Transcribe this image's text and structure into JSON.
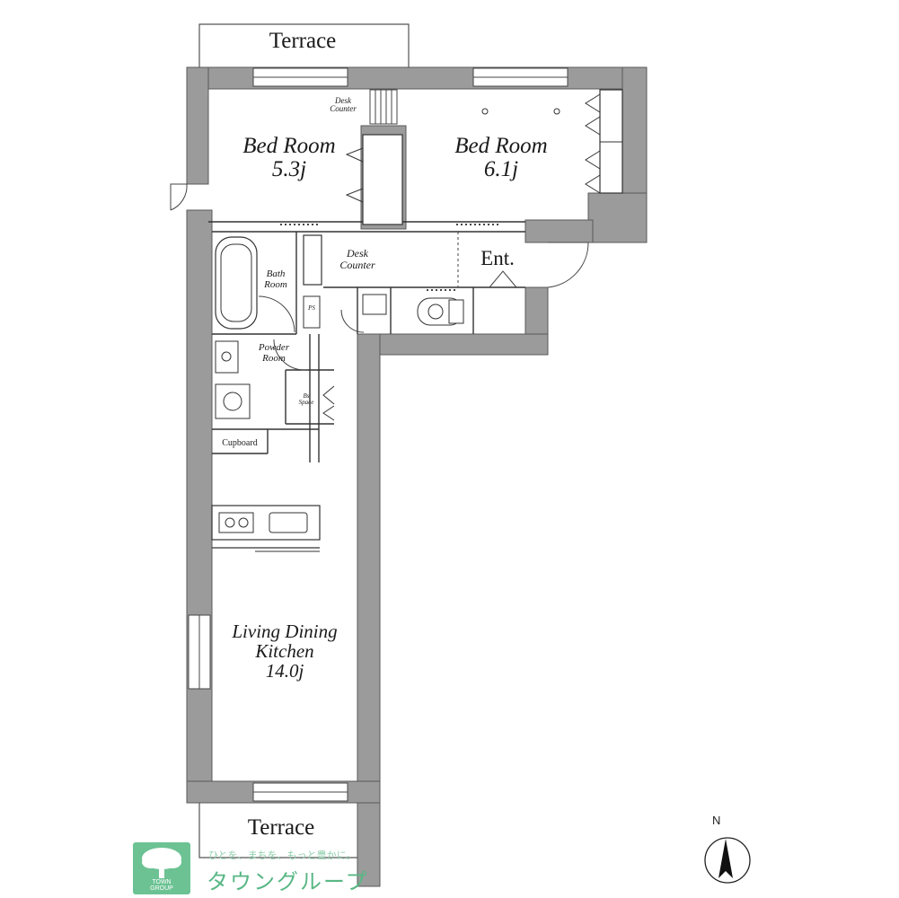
{
  "rooms": {
    "terrace_top": "Terrace",
    "bedroom_left": {
      "name": "Bed Room",
      "size": "5.3j"
    },
    "bedroom_right": {
      "name": "Bed Room",
      "size": "6.1j"
    },
    "desk_counter_top": {
      "line1": "Desk",
      "line2": "Counter"
    },
    "desk_counter_middle": {
      "line1": "Desk",
      "line2": "Counter"
    },
    "bath_room": {
      "line1": "Bath",
      "line2": "Room"
    },
    "entrance": "Ent.",
    "ps": "PS",
    "powder_room": {
      "line1": "Powder",
      "line2": "Room"
    },
    "bath_space": {
      "line1": "Bs",
      "line2": "Space"
    },
    "cupboard": "Cupboard",
    "ldk": {
      "line1": "Living Dining",
      "line2": "Kitchen",
      "size": "14.0j"
    },
    "terrace_bottom": "Terrace"
  },
  "compass": {
    "label": "N"
  },
  "logo": {
    "tagline": "ひとを、まちを、もっと豊かに。",
    "name": "タウングループ",
    "company": "TOWN GROUP"
  },
  "colors": {
    "wall": "#9b9b9b",
    "wall_edge": "#5a5a5a",
    "line": "#444444",
    "logo_green": "#6cc293"
  }
}
